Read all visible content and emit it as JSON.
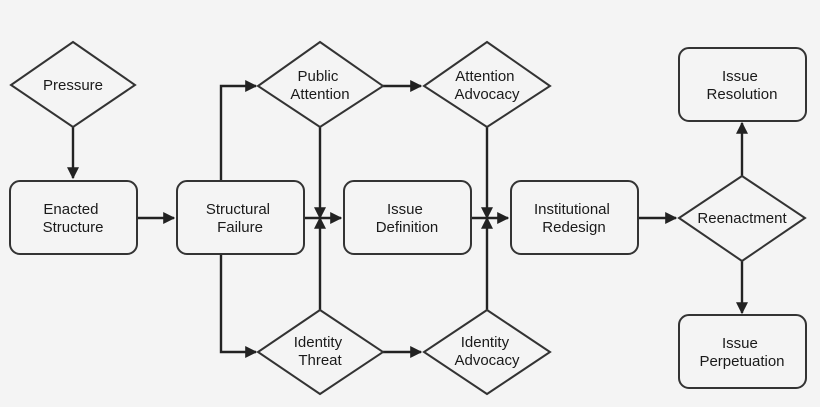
{
  "diagram": {
    "nodes": {
      "pressure": {
        "lines": [
          "Pressure"
        ],
        "shape": "diamond"
      },
      "enacted_structure": {
        "lines": [
          "Enacted",
          "Structure"
        ],
        "shape": "box"
      },
      "structural_failure": {
        "lines": [
          "Structural",
          "Failure"
        ],
        "shape": "box"
      },
      "public_attention": {
        "lines": [
          "Public",
          "Attention"
        ],
        "shape": "diamond"
      },
      "attention_advocacy": {
        "lines": [
          "Attention",
          "Advocacy"
        ],
        "shape": "diamond"
      },
      "issue_definition": {
        "lines": [
          "Issue",
          "Definition"
        ],
        "shape": "box"
      },
      "identity_threat": {
        "lines": [
          "Identity",
          "Threat"
        ],
        "shape": "diamond"
      },
      "identity_advocacy": {
        "lines": [
          "Identity",
          "Advocacy"
        ],
        "shape": "diamond"
      },
      "institutional_redesign": {
        "lines": [
          "Institutional",
          "Redesign"
        ],
        "shape": "box"
      },
      "reenactment": {
        "lines": [
          "Reenactment"
        ],
        "shape": "diamond"
      },
      "issue_resolution": {
        "lines": [
          "Issue",
          "Resolution"
        ],
        "shape": "box"
      },
      "issue_perpetuation": {
        "lines": [
          "Issue",
          "Perpetuation"
        ],
        "shape": "box"
      }
    },
    "edges": [
      {
        "from": "pressure",
        "to": "enacted_structure"
      },
      {
        "from": "enacted_structure",
        "to": "structural_failure"
      },
      {
        "from": "structural_failure",
        "to": "public_attention"
      },
      {
        "from": "structural_failure",
        "to": "identity_threat"
      },
      {
        "from": "public_attention",
        "to": "attention_advocacy"
      },
      {
        "from": "identity_threat",
        "to": "identity_advocacy"
      },
      {
        "from": "structural_failure",
        "to": "issue_definition"
      },
      {
        "from": "public_attention",
        "to": "issue_definition"
      },
      {
        "from": "identity_threat",
        "to": "issue_definition"
      },
      {
        "from": "issue_definition",
        "to": "institutional_redesign"
      },
      {
        "from": "attention_advocacy",
        "to": "institutional_redesign"
      },
      {
        "from": "identity_advocacy",
        "to": "institutional_redesign"
      },
      {
        "from": "institutional_redesign",
        "to": "reenactment"
      },
      {
        "from": "reenactment",
        "to": "issue_resolution"
      },
      {
        "from": "reenactment",
        "to": "issue_perpetuation"
      }
    ],
    "colors": {
      "background": "#f4f4f4",
      "stroke": "#333333",
      "text": "#1a1a1a"
    }
  }
}
